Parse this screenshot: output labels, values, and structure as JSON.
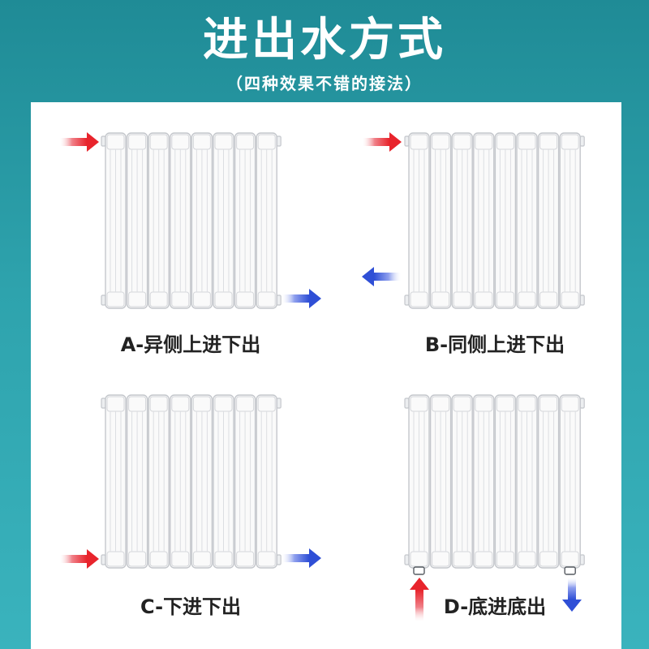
{
  "header": {
    "title": "进出水方式",
    "subtitle": "（四种效果不错的接法）"
  },
  "colors": {
    "hot": "#e8242c",
    "cold": "#2f4fd6",
    "background": "#2a9fa9",
    "radiator_stroke": "#c4c7cc"
  },
  "diagrams": [
    {
      "id": "A",
      "caption": "A-异侧上进下出"
    },
    {
      "id": "B",
      "caption": "B-同侧上进下出"
    },
    {
      "id": "C",
      "caption": "C-下进下出"
    },
    {
      "id": "D",
      "caption": "D-底进底出"
    }
  ],
  "icons": {
    "inlet": "red-arrow-icon",
    "outlet": "blue-arrow-icon"
  }
}
